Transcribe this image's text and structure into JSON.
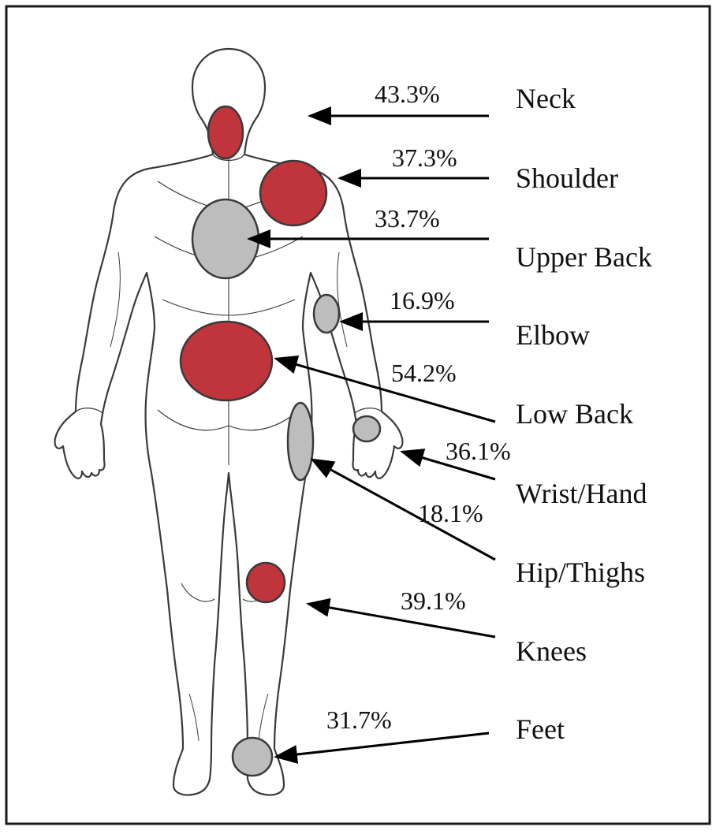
{
  "colors": {
    "high": "#c0343c",
    "low": "#bdbdbd",
    "outline": "#3a3a3a",
    "frame": "#1a1a1a",
    "arrow": "#000000"
  },
  "regions": [
    {
      "id": "neck",
      "label": "Neck",
      "percent": "43.3%",
      "severity": "high"
    },
    {
      "id": "shoulder",
      "label": "Shoulder",
      "percent": "37.3%",
      "severity": "high"
    },
    {
      "id": "upper-back",
      "label": "Upper Back",
      "percent": "33.7%",
      "severity": "low"
    },
    {
      "id": "elbow",
      "label": "Elbow",
      "percent": "16.9%",
      "severity": "low"
    },
    {
      "id": "low-back",
      "label": "Low Back",
      "percent": "54.2%",
      "severity": "high"
    },
    {
      "id": "wrist-hand",
      "label": "Wrist/Hand",
      "percent": "36.1%",
      "severity": "low"
    },
    {
      "id": "hip-thighs",
      "label": "Hip/Thighs",
      "percent": "18.1%",
      "severity": "low"
    },
    {
      "id": "knees",
      "label": "Knees",
      "percent": "39.1%",
      "severity": "high"
    },
    {
      "id": "feet",
      "label": "Feet",
      "percent": "31.7%",
      "severity": "low"
    }
  ]
}
